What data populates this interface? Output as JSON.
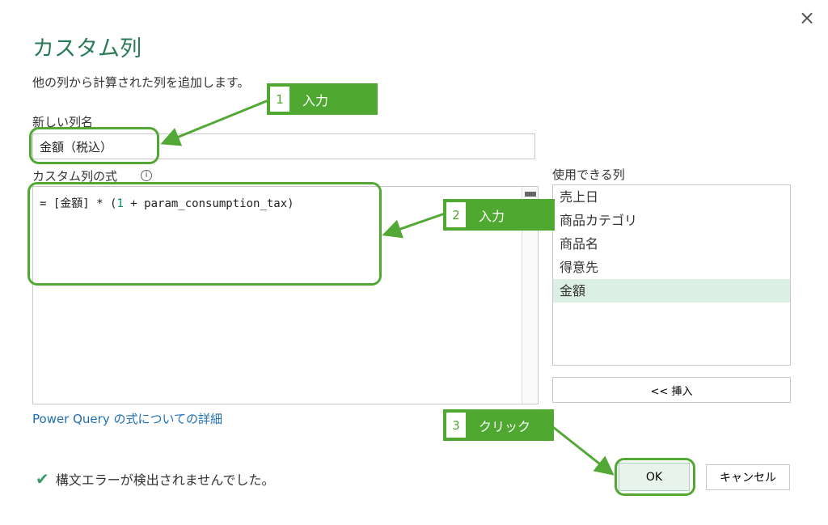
{
  "dialog": {
    "title": "カスタム列",
    "subtitle": "他の列から計算された列を追加します。",
    "close_icon": "×"
  },
  "name_field": {
    "label": "新しい列名",
    "value": "金額（税込）"
  },
  "formula": {
    "label": "カスタム列の式",
    "info_icon": "i",
    "prefix": "= [金額] * (",
    "number": "1",
    "suffix": " + param_consumption_tax)"
  },
  "link": "Power Query の式についての詳細",
  "available_columns": {
    "label": "使用できる列",
    "items": [
      "売上日",
      "商品カテゴリ",
      "商品名",
      "得意先",
      "金額"
    ],
    "selected": "金額",
    "insert_label": "<< 挿入"
  },
  "status": {
    "icon": "✔",
    "text": "構文エラーが検出されませんでした。"
  },
  "buttons": {
    "ok": "OK",
    "cancel": "キャンセル"
  },
  "annotations": [
    {
      "num": "1",
      "text": "入力"
    },
    {
      "num": "2",
      "text": "入力"
    },
    {
      "num": "3",
      "text": "クリック"
    }
  ],
  "colors": {
    "accent": "#4fa82f",
    "title": "#2b7a57",
    "link": "#1f6fb2"
  }
}
